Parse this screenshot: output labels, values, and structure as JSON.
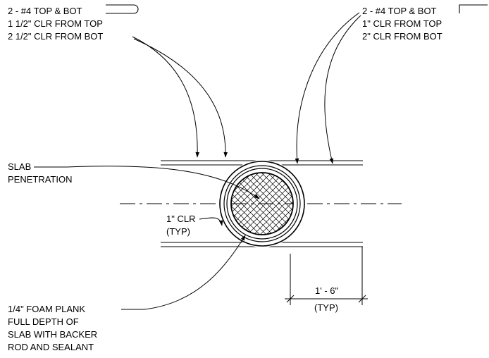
{
  "notes": {
    "top_left": [
      "2 - #4 TOP & BOT",
      "1 1/2\" CLR FROM TOP",
      "2 1/2\" CLR FROM BOT"
    ],
    "top_right": [
      "2 - #4 TOP & BOT",
      "1\" CLR FROM TOP",
      "2\" CLR FROM BOT"
    ],
    "slab_penetration": [
      "SLAB",
      "PENETRATION"
    ],
    "clearance": [
      "1\" CLR",
      "(TYP)"
    ],
    "dimension": [
      "1' - 6\"",
      "(TYP)"
    ],
    "foam_plank": [
      "1/4\" FOAM PLANK",
      "FULL DEPTH OF",
      "SLAB WITH BACKER",
      "ROD AND SEALANT"
    ]
  },
  "colors": {
    "line": "#000000",
    "background": "#ffffff"
  }
}
